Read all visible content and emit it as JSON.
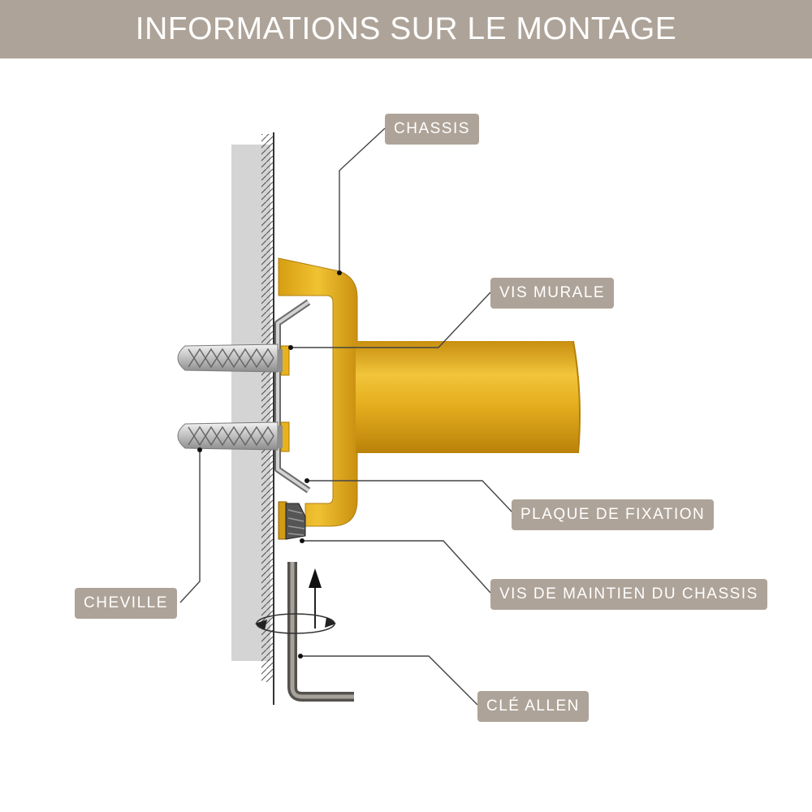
{
  "header": {
    "title": "INFORMATIONS SUR LE MONTAGE"
  },
  "labels": {
    "chassis": "CHASSIS",
    "vis_murale": "VIS MURALE",
    "plaque_de_fixation": "PLAQUE DE FIXATION",
    "vis_de_maintien": "VIS DE MAINTIEN DU CHASSIS",
    "cheville": "CHEVILLE",
    "cle_allen": "CLÉ ALLEN"
  },
  "colors": {
    "label_background": "#aea398",
    "label_text": "#ffffff",
    "brass": "#e2ad1a",
    "wall": "#d4d4d4",
    "steel": "#b4b4b4",
    "leader_line": "#444444"
  }
}
